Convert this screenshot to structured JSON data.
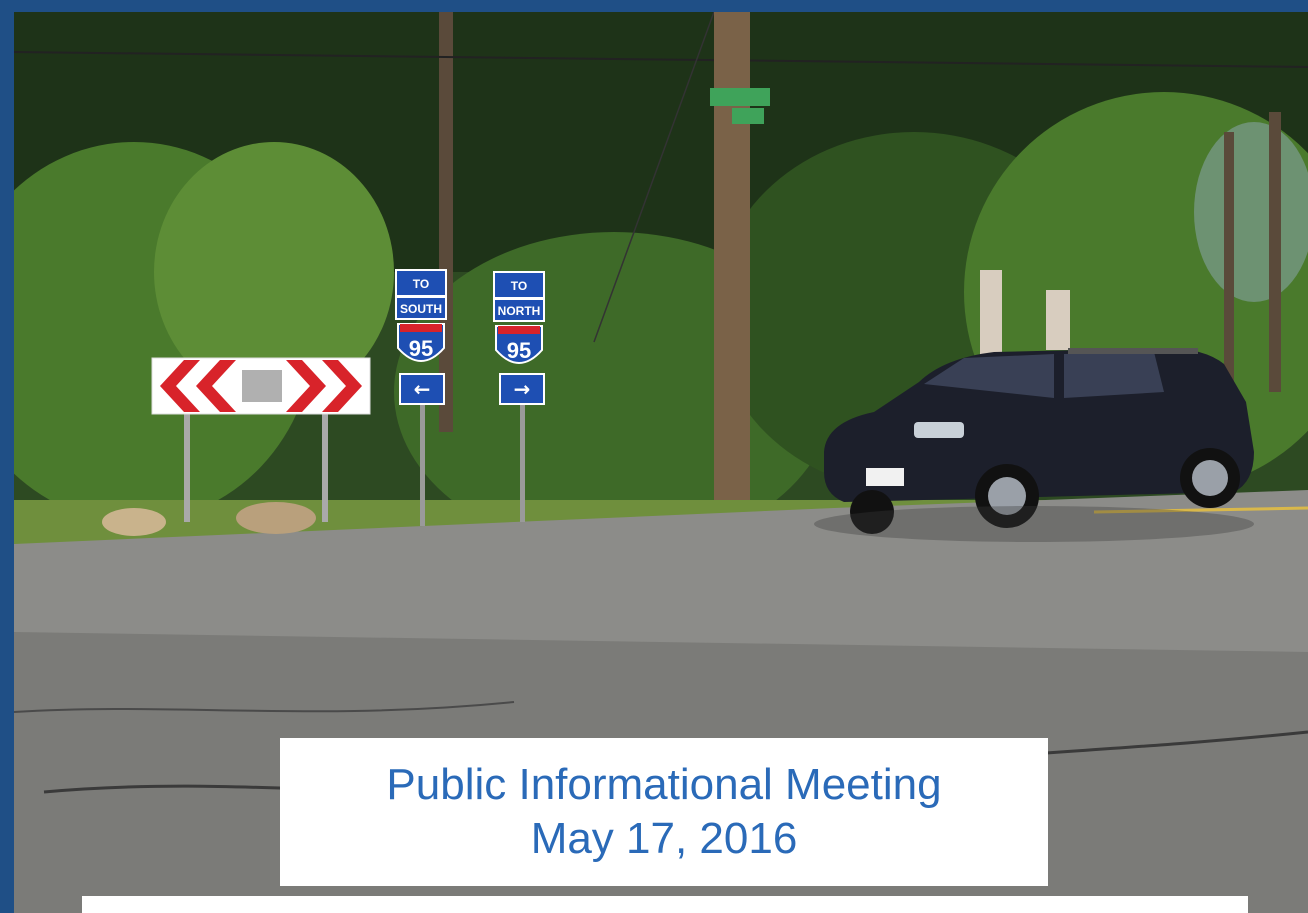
{
  "colors": {
    "frame": "#1f4f86",
    "caption_text": "#2a6ab8",
    "sign_blue": "#1e4fb3",
    "chevron_red": "#d8232a",
    "car": "#1c1f2b"
  },
  "caption": {
    "line1": "Public Informational Meeting",
    "line2": "May 17, 2016"
  },
  "signs": {
    "left": {
      "top": "TO",
      "direction": "SOUTH",
      "route": "95",
      "arrow": "←"
    },
    "right": {
      "top": "TO",
      "direction": "NORTH",
      "route": "95",
      "arrow": "→"
    }
  },
  "icons": [
    "chevron-sign",
    "interstate-shield",
    "arrow-left",
    "arrow-right",
    "street-sign"
  ]
}
